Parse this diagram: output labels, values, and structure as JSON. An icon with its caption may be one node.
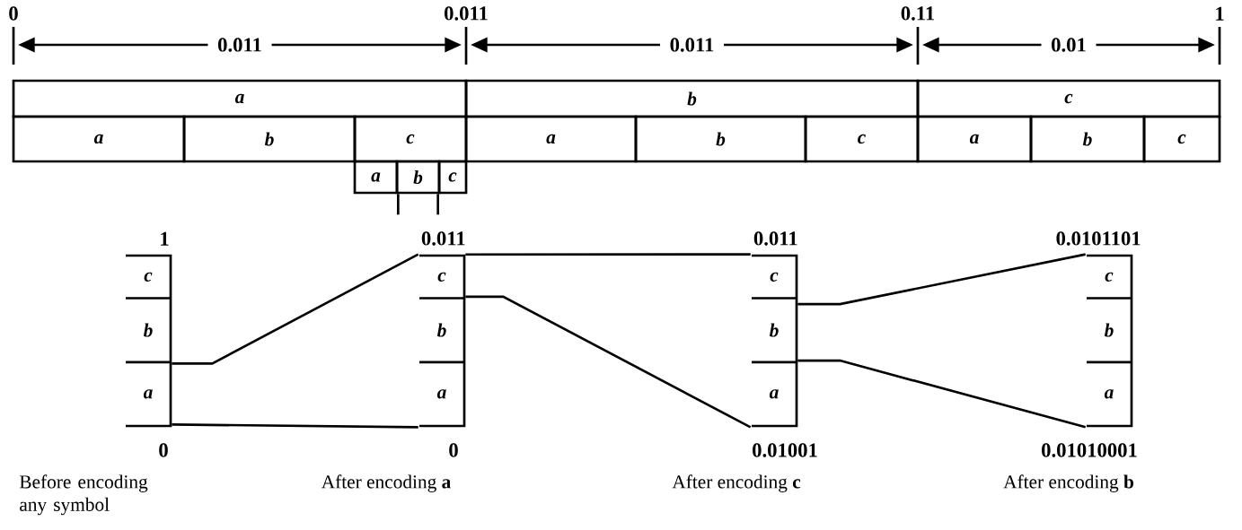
{
  "diagram": {
    "nodes": [
      {
        "text": [
          "a"
        ]
      },
      {
        "text": [
          "b"
        ]
      },
      {
        "text": [
          "c"
        ]
      },
      {
        "text": [
          "a"
        ]
      },
      {
        "text": [
          "b"
        ]
      },
      {
        "text": [
          "c"
        ]
      },
      {
        "text": [
          "a"
        ]
      },
      {
        "text": [
          "b"
        ]
      },
      {
        "text": [
          "c"
        ]
      },
      {
        "text": [
          "a"
        ]
      },
      {
        "text": [
          "b"
        ]
      },
      {
        "text": [
          "c"
        ]
      },
      {
        "text": [
          "a"
        ]
      },
      {
        "text": [
          "b"
        ]
      },
      {
        "text": [
          "c"
        ]
      },
      {
        "text": [],
        "shape": "bar",
        "beside": [
          "1",
          "0",
          "Before encoding any symbol"
        ]
      },
      {
        "text": [
          "c"
        ],
        "in": 15
      },
      {
        "text": [
          "b"
        ],
        "in": 15
      },
      {
        "text": [
          "a"
        ],
        "in": 15
      },
      {
        "text": [],
        "shape": "bar",
        "beside": [
          "0.011",
          "0",
          "After encoding **a**"
        ]
      },
      {
        "text": [
          "c"
        ],
        "in": 19
      },
      {
        "text": [
          "b"
        ],
        "in": 19
      },
      {
        "text": [
          "a"
        ],
        "in": 19
      },
      {
        "text": [],
        "shape": "bar",
        "beside": [
          "0.011",
          "0.01001",
          "After encoding **c**"
        ]
      },
      {
        "text": [
          "c"
        ],
        "in": 23
      },
      {
        "text": [
          "b"
        ],
        "in": 23
      },
      {
        "text": [
          "a"
        ],
        "in": 23
      },
      {
        "text": [],
        "shape": "bar",
        "beside": [
          "0.0101101",
          "0.01010001",
          "After encoding **b**"
        ]
      },
      {
        "text": [
          "c"
        ],
        "in": 27
      },
      {
        "text": [
          "b"
        ],
        "in": 27
      },
      {
        "text": [
          "a"
        ],
        "in": 27
      }
    ],
    "edges": [
      {
        "from": 18,
        "to": 19,
        "arrow": "none"
      },
      {
        "from": 18,
        "to": 19,
        "arrow": "none"
      },
      {
        "from": 20,
        "to": 23,
        "arrow": "none"
      },
      {
        "from": 20,
        "to": 23,
        "arrow": "none"
      },
      {
        "from": 25,
        "to": 27,
        "arrow": "none"
      },
      {
        "from": 25,
        "to": 27,
        "arrow": "none"
      },
      {
        "from": 12,
        "to": null,
        "arrow": "none"
      },
      {
        "from": 14,
        "to": null,
        "arrow": "none"
      }
    ],
    "labels": [
      "0",
      "0.011",
      "0.11",
      "1",
      "0.011",
      "0.011",
      "0.01"
    ]
  }
}
